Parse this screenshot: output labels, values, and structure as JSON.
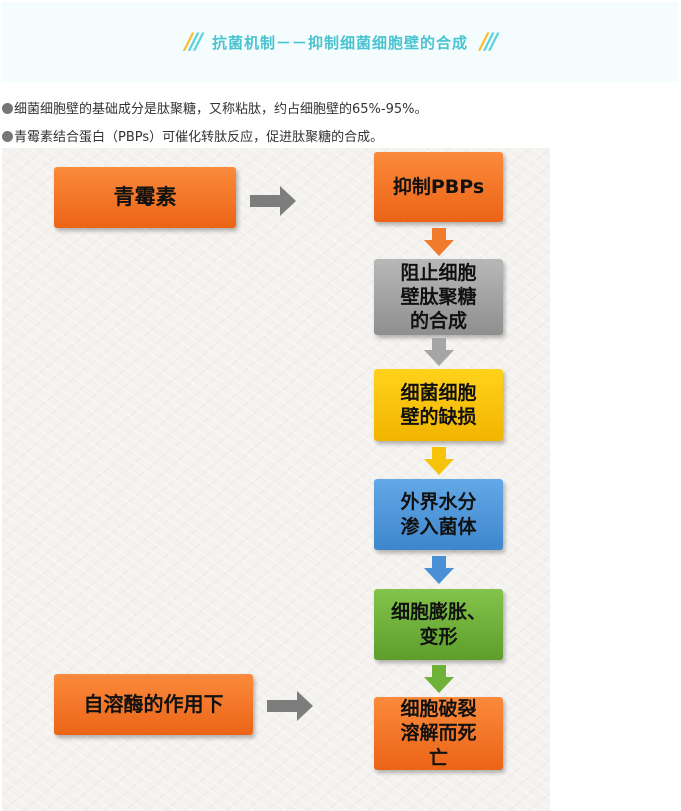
{
  "header": {
    "title": "抗菌机制－－抑制细菌细胞壁的合成",
    "decor_left": "//",
    "decor_right": "//"
  },
  "bullets": [
    "细菌细胞壁的基础成分是肽聚糖，又称粘肽，约占细胞壁的65%-95%。",
    "青霉素结合蛋白（PBPs）可催化转肽反应，促进肽聚糖的合成。"
  ],
  "diagram": {
    "left_nodes": [
      {
        "text": "青霉素"
      },
      {
        "text": "自溶酶的作用下"
      }
    ],
    "chain": [
      {
        "text": "抑制PBPs",
        "color": "orange"
      },
      {
        "text": "阻止细胞\n壁肽聚糖\n的合成",
        "color": "gray"
      },
      {
        "text": "细菌细胞\n壁的缺损",
        "color": "yellow"
      },
      {
        "text": "外界水分\n渗入菌体",
        "color": "blue"
      },
      {
        "text": "细胞膨胀、\n变形",
        "color": "green"
      },
      {
        "text": "细胞破裂\n溶解而死\n亡",
        "color": "orange"
      }
    ]
  },
  "colors": {
    "header_bg": "#f4fcfd",
    "header_text": "#49c3d1",
    "arrow_gray": "#7d7d7d",
    "arrow_orange": "#f07b2c",
    "arrow_silver": "#a5a5a5",
    "arrow_yellow": "#f6c20a",
    "arrow_blue": "#4a90d6",
    "arrow_green": "#6eb23a"
  }
}
